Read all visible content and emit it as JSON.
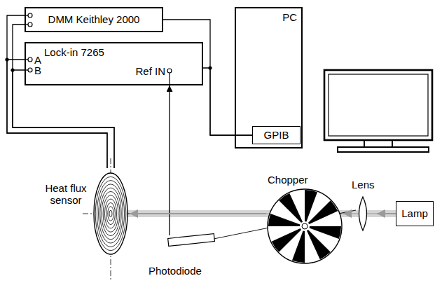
{
  "diagram": {
    "nodes": [
      {
        "text": [
          "DMM Keithley 2000"
        ]
      },
      {
        "text": [
          "Lock-in 7265",
          "Ref IN"
        ]
      },
      {
        "text": [
          "PC"
        ]
      },
      {
        "text": [
          "GPIB"
        ],
        "in": 2
      },
      {
        "text": [
          "Heat flux sensor"
        ]
      },
      {
        "text": [
          "Photodiode"
        ]
      },
      {
        "text": [
          "Chopper"
        ]
      },
      {
        "text": [
          "Lens"
        ]
      },
      {
        "text": [
          "Lamp"
        ]
      }
    ],
    "edges": [
      {
        "from": 0,
        "to": 4,
        "arrow": "none"
      },
      {
        "from": 1,
        "to": 4,
        "arrow": "none"
      },
      {
        "from": 0,
        "to": 3,
        "arrow": "none"
      },
      {
        "from": 1,
        "to": 3,
        "arrow": "none"
      },
      {
        "from": 5,
        "to": 1,
        "arrow": "to"
      },
      {
        "from": 8,
        "to": 7,
        "arrow": "to"
      },
      {
        "from": 7,
        "to": 6,
        "arrow": "to"
      },
      {
        "from": 6,
        "to": 4,
        "arrow": "to"
      }
    ],
    "labels": [
      "A",
      "B"
    ]
  }
}
